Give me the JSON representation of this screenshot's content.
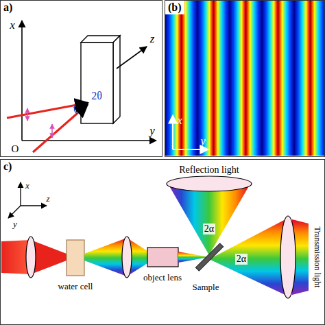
{
  "diagram": {
    "nodes": [
      {
        "text": [
          "a)"
        ]
      },
      {
        "text": [
          "(b)"
        ]
      },
      {
        "text": [
          "c)"
        ]
      }
    ],
    "labels": [
      "x",
      "z",
      "O",
      "y",
      "2θ",
      "x",
      "y",
      "x",
      "y",
      "z",
      "Reflection light",
      "water cell",
      "object lens",
      "Sample",
      "2α",
      "2α",
      "Transmission light"
    ]
  }
}
